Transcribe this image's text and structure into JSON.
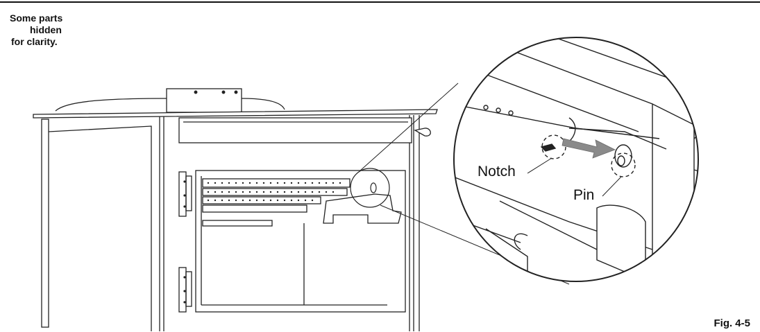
{
  "note": {
    "line1": "Some parts",
    "line2": "hidden",
    "line3": "for clarity."
  },
  "callouts": {
    "notch": "Notch",
    "pin": "Pin"
  },
  "figure_label": "Fig. 4-5",
  "colors": {
    "ink": "#111111",
    "arrow": "#8a8a8a"
  }
}
